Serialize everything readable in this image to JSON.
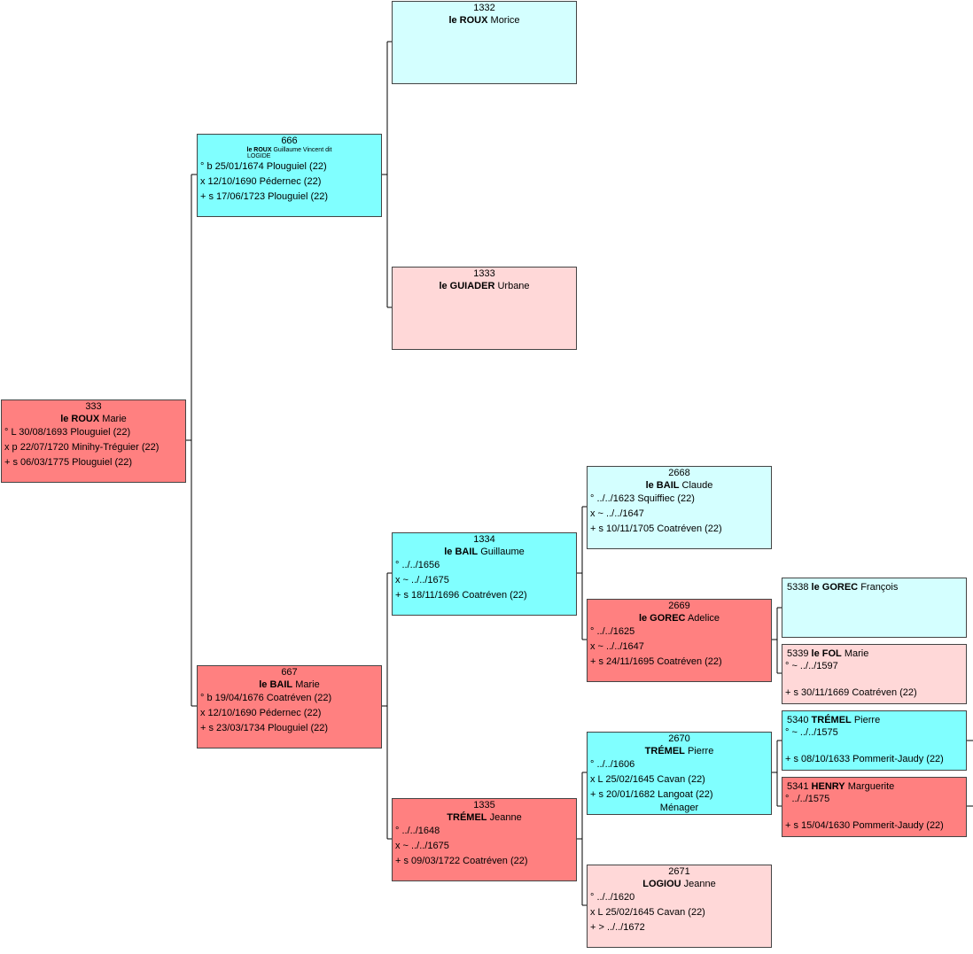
{
  "colors": {
    "male": "#80ffff",
    "male_light": "#d4ffff",
    "female": "#ff8080",
    "female_light": "#ffd8d8",
    "line": "#000000"
  },
  "p333": {
    "num": "333",
    "sur": "le ROUX",
    "given": "Marie",
    "e1": "° L 30/08/1693 Plouguiel (22)",
    "e2": "x p 22/07/1720 Minihy-Tréguier (22)",
    "e3": "+ s 06/03/1775 Plouguiel (22)"
  },
  "p666": {
    "num": "666",
    "sur": "le ROUX",
    "given": "Guillaume Vincent dit",
    "nick": "LOGIDE",
    "e1": "° b 25/01/1674 Plouguiel (22)",
    "e2": "x 12/10/1690 Pédernec (22)",
    "e3": "+ s 17/06/1723 Plouguiel (22)"
  },
  "p667": {
    "num": "667",
    "sur": "le BAIL",
    "given": "Marie",
    "e1": "° b 19/04/1676 Coatréven (22)",
    "e2": "x 12/10/1690 Pédernec (22)",
    "e3": "+ s 23/03/1734 Plouguiel (22)"
  },
  "p1332": {
    "num": "1332",
    "sur": "le ROUX",
    "given": "Morice"
  },
  "p1333": {
    "num": "1333",
    "sur": "le GUIADER",
    "given": "Urbane"
  },
  "p1334": {
    "num": "1334",
    "sur": "le BAIL",
    "given": "Guillaume",
    "e1": "° ../../1656",
    "e2": "x ~ ../../1675",
    "e3": "+ s 18/11/1696 Coatréven (22)"
  },
  "p1335": {
    "num": "1335",
    "sur": "TRÉMEL",
    "given": "Jeanne",
    "e1": "° ../../1648",
    "e2": "x ~ ../../1675",
    "e3": "+ s 09/03/1722 Coatréven (22)"
  },
  "p2668": {
    "num": "2668",
    "sur": "le BAIL",
    "given": "Claude",
    "e1": "° ../../1623 Squiffiec (22)",
    "e2": "x ~ ../../1647",
    "e3": "+ s 10/11/1705 Coatréven (22)"
  },
  "p2669": {
    "num": "2669",
    "sur": "le GOREC",
    "given": "Adelice",
    "e1": "° ../../1625",
    "e2": "x ~ ../../1647",
    "e3": "+ s 24/11/1695 Coatréven (22)"
  },
  "p2670": {
    "num": "2670",
    "sur": "TRÉMEL",
    "given": "Pierre",
    "e1": "° ../../1606",
    "e2": "x L 25/02/1645 Cavan (22)",
    "e3": "+ s 20/01/1682 Langoat (22)",
    "occ": "Ménager"
  },
  "p2671": {
    "num": "2671",
    "sur": "LOGIOU",
    "given": "Jeanne",
    "e1": "° ../../1620",
    "e2": "x L 25/02/1645 Cavan (22)",
    "e3": "+ > ../../1672"
  },
  "p5338": {
    "num": "5338",
    "sur": "le GOREC",
    "given": "François"
  },
  "p5339": {
    "num": "5339",
    "sur": "le FOL",
    "given": "Marie",
    "e1": "° ~ ../../1597",
    "e3": "+ s 30/11/1669 Coatréven (22)"
  },
  "p5340": {
    "num": "5340",
    "sur": "TRÉMEL",
    "given": "Pierre",
    "e1": "° ~ ../../1575",
    "e3": "+ s 08/10/1633 Pommerit-Jaudy (22)"
  },
  "p5341": {
    "num": "5341",
    "sur": "HENRY",
    "given": "Marguerite",
    "e1": "° ../../1575",
    "e3": "+ s 15/04/1630 Pommerit-Jaudy (22)"
  }
}
